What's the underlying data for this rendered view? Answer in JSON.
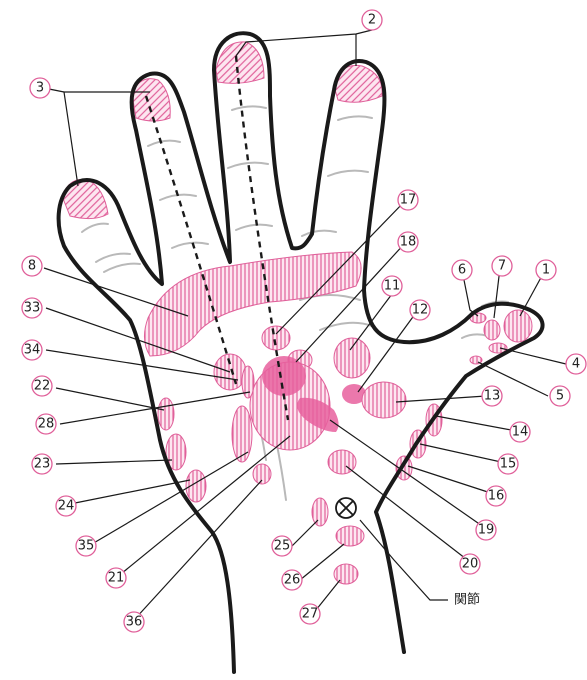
{
  "colors": {
    "zone_stroke": "#e0609a",
    "zone_fill": "#f07ab0",
    "outline": "#1a1a1a",
    "crease": "#b9b9b9",
    "marker": "#e0609a"
  },
  "labels": {
    "n1": "1",
    "n2": "2",
    "n3": "3",
    "n4": "4",
    "n5": "5",
    "n6": "6",
    "n7": "7",
    "n8": "8",
    "n11": "11",
    "n12": "12",
    "n13": "13",
    "n14": "14",
    "n15": "15",
    "n16": "16",
    "n17": "17",
    "n18": "18",
    "n19": "19",
    "n20": "20",
    "n21": "21",
    "n22": "22",
    "n23": "23",
    "n24": "24",
    "n25": "25",
    "n26": "26",
    "n27": "27",
    "n28": "28",
    "n33": "33",
    "n34": "34",
    "n35": "35",
    "n36": "36",
    "joint": "関節"
  },
  "joint_symbol": "⊗"
}
